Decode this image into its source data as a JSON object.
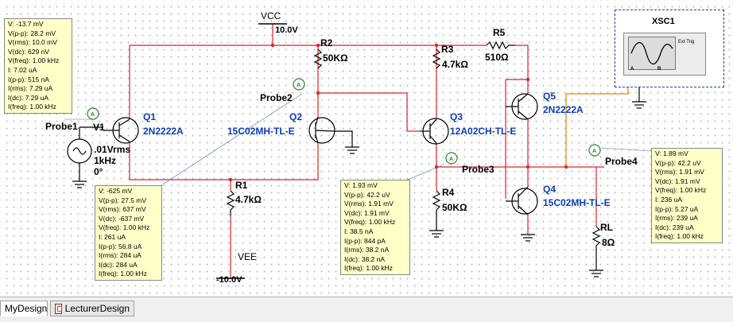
{
  "circuit": {
    "vcc": {
      "name": "VCC",
      "value": "10.0V"
    },
    "vee": {
      "name": "VEE",
      "value": "-10.0V"
    },
    "source": {
      "name": "V1",
      "amplitude": ".01Vrms",
      "freq": "1kHz",
      "phase": "0°"
    },
    "resistors": {
      "r1": {
        "name": "R1",
        "value": "4.7kΩ"
      },
      "r2": {
        "name": "R2",
        "value": "50KΩ"
      },
      "r3": {
        "name": "R3",
        "value": "4.7kΩ"
      },
      "r4": {
        "name": "R4",
        "value": "50KΩ"
      },
      "r5": {
        "name": "R5",
        "value": "510Ω"
      },
      "rl": {
        "name": "RL",
        "value": "8Ω"
      }
    },
    "transistors": {
      "q1": {
        "name": "Q1",
        "model": "2N2222A"
      },
      "q2": {
        "name": "Q2",
        "model": "15C02MH-TL-E"
      },
      "q3": {
        "name": "Q3",
        "model": "12A02CH-TL-E"
      },
      "q4": {
        "name": "Q4",
        "model": "15C02MH-TL-E"
      },
      "q5": {
        "name": "Q5",
        "model": "2N2222A"
      }
    },
    "probes": {
      "p1": {
        "label": "Probe1",
        "lines": [
          "V: -13.7 mV",
          "V(p-p): 28.2 mV",
          "V(rms): 10.0 mV",
          "V(dc): 629 nV",
          "V(freq): 1.00 kHz",
          "I: 7.02 uA",
          "I(p-p): 515 nA",
          "I(rms): 7.29 uA",
          "I(dc): 7.29 uA",
          "I(freq): 1.00 kHz"
        ]
      },
      "p2": {
        "label": "Probe2",
        "lines": [
          "V: -625 mV",
          "V(p-p): 27.5 mV",
          "V(rms): 637 mV",
          "V(dc): -637 mV",
          "V(freq): 1.00 kHz",
          "I: 261 uA",
          "I(p-p): 56.8 uA",
          "I(rms): 284 uA",
          "I(dc): 284 uA",
          "I(freq): 1.00 kHz"
        ]
      },
      "p3": {
        "label": "Probe3",
        "lines": [
          "V: 1.93 mV",
          "V(p-p): 42.2 uV",
          "V(rms): 1.91 mV",
          "V(dc): 1.91 mV",
          "V(freq): 1.00 kHz",
          "I: 38.5 nA",
          "I(p-p): 844 pA",
          "I(rms): 38.2 nA",
          "I(dc): 38.2 nA",
          "I(freq): 1.00 kHz"
        ]
      },
      "p4": {
        "label": "Probe4",
        "lines": [
          "V: 1.89 mV",
          "V(p-p): 42.2 uV",
          "V(rms): 1.91 mV",
          "V(dc): 1.91 mV",
          "V(freq): 1.00 kHz",
          "I: 236 uA",
          "I(p-p): 5.27 uA",
          "I(rms): 239 uA",
          "I(dc): 239 uA",
          "I(freq): 1.00 kHz"
        ]
      }
    },
    "scope": {
      "name": "XSC1",
      "ext_trig": "Ext Trig",
      "ch_a": "A",
      "ch_b": "B"
    }
  },
  "tabs": [
    {
      "label": "MyDesign",
      "active": true
    },
    {
      "label": "LecturerDesign",
      "active": false
    }
  ]
}
